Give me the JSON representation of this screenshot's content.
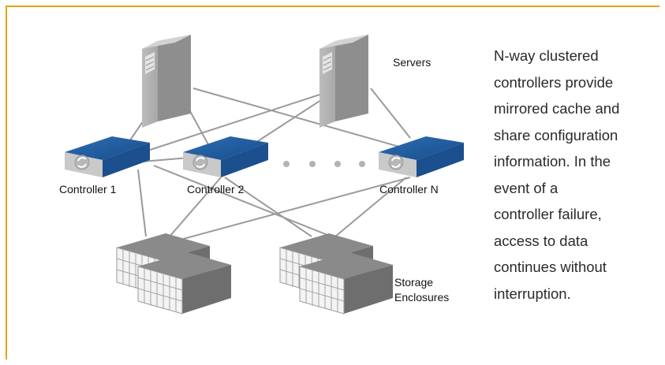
{
  "colors": {
    "frame": "#e3a21a",
    "controller_top": "#1f5a9c",
    "server_body": "#8c8c8c",
    "connection_line": "#9a9a9a",
    "dots": "#b3b3b3"
  },
  "labels": {
    "servers": "Servers",
    "controller_1": "Controller  1",
    "controller_2": "Controller 2",
    "controller_n": "Controller N",
    "storage_line1": "Storage",
    "storage_line2": "Enclosures"
  },
  "icons": [
    "server-icon",
    "controller-icon",
    "storage-enclosure-icon",
    "ellipsis-dots"
  ],
  "caption": {
    "lines": [
      "N-way clustered",
      "controllers provide",
      "mirrored cache and",
      "share configuration",
      "information.  In the",
      "event of a",
      "controller failure,",
      "access to data",
      "continues without",
      "interruption."
    ]
  }
}
